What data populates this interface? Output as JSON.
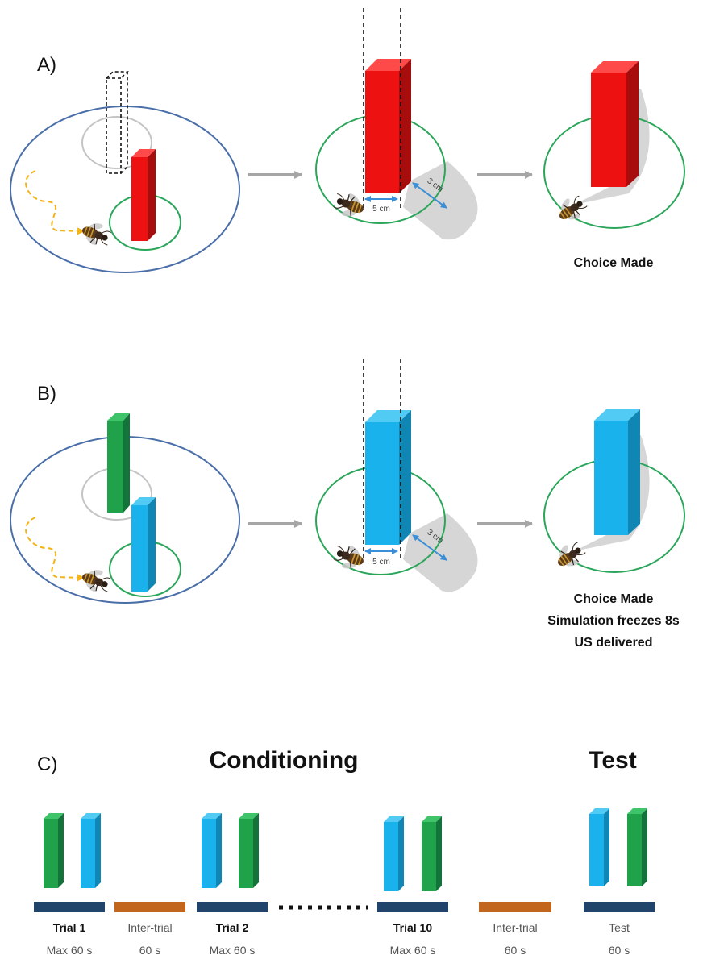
{
  "panels": {
    "a": {
      "label": "A)",
      "width_label": "5 cm",
      "distance_label": "3 cm",
      "result": "Choice Made"
    },
    "b": {
      "label": "B)",
      "width_label": "5 cm",
      "distance_label": "3 cm",
      "result_lines": [
        "Choice Made",
        "Simulation freezes 8s",
        "US delivered"
      ]
    },
    "c": {
      "label": "C)",
      "conditioning_title": "Conditioning",
      "test_title": "Test",
      "segments": [
        {
          "name": "Trial 1",
          "duration": "Max 60 s",
          "kind": "trial"
        },
        {
          "name": "Inter-trial",
          "duration": "60 s",
          "kind": "inter-trial"
        },
        {
          "name": "Trial 2",
          "duration": "Max 60 s",
          "kind": "trial"
        },
        {
          "name": "Trial 10",
          "duration": "Max 60 s",
          "kind": "trial"
        },
        {
          "name": "Inter-trial",
          "duration": "60 s",
          "kind": "inter-trial"
        },
        {
          "name": "Test",
          "duration": "60 s",
          "kind": "test"
        }
      ]
    }
  },
  "colors": {
    "red": "#ee1111",
    "blue": "#19b2ec",
    "green": "#1fa24a",
    "ring_green": "#2aa65a",
    "arena": "#4a6ea8",
    "arrow": "#a6a6a6",
    "path": "#f2b418",
    "trial_bar": "#21456a",
    "intertrial_bar": "#c1661c"
  }
}
